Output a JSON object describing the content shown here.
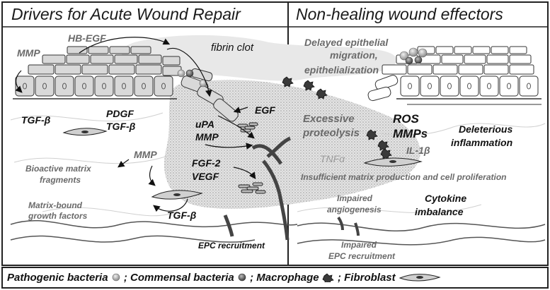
{
  "panels": {
    "left_title": "Drivers for Acute Wound Repair",
    "right_title": "Non-healing wound effectors"
  },
  "left": {
    "hb_egf": "HB-EGF",
    "mmp_top": "MMP",
    "fibrin_clot": "fibrin clot",
    "tgf_left": "TGF-β",
    "pdgf": "PDGF",
    "tgf_mid": "TGF-β",
    "egf": "EGF",
    "upa": "uPA",
    "mmp_mid": "MMP",
    "mmp_low": "MMP",
    "bioactive_1": "Bioactive matrix",
    "bioactive_2": "fragments",
    "fgf2": "FGF-2",
    "vegf": "VEGF",
    "matrix_bound_1": "Matrix-bound",
    "matrix_bound_2": "growth factors",
    "tgf_low": "TGF-β",
    "epc": "EPC recruitment"
  },
  "right": {
    "delayed_1": "Delayed epithelial",
    "delayed_2": "migration,",
    "delayed_3": "epithelialization",
    "excessive_1": "Excessive",
    "excessive_2": "proteolysis",
    "ros": "ROS",
    "mmps": "MMPs",
    "deleterious_1": "Deleterious",
    "deleterious_2": "inflammation",
    "tnfa": "TNFα",
    "il1b": "IL-1β",
    "insufficient": "Insufficient matrix production and cell proliferation",
    "impaired_angio_1": "Impaired",
    "impaired_angio_2": "angiogenesis",
    "cytokine_1": "Cytokine",
    "cytokine_2": "imbalance",
    "impaired_epc_1": "Impaired",
    "impaired_epc_2": "EPC recruitment"
  },
  "legend": {
    "pathogenic": "Pathogenic bacteria",
    "sep1": "; Commensal bacteria",
    "sep2": "; Macrophage",
    "sep3": "; Fibroblast"
  },
  "colors": {
    "frame": "#222222",
    "cell_fill": "#d9d9d9",
    "clot_fill": "#e6e6e6",
    "granulation": "#cfcfcf",
    "text_gray": "#6a6a6a"
  }
}
